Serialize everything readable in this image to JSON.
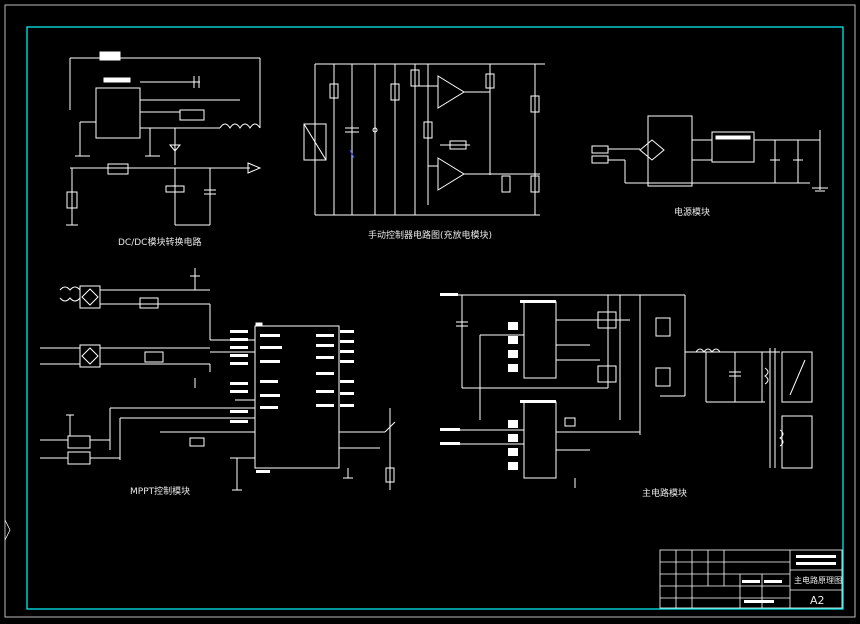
{
  "colors": {
    "background": "#000000",
    "line": "#ffffff",
    "accent": "#00ffff",
    "dark-blue": "#3050ff"
  },
  "modules": {
    "dcdc_label": "DC/DC模块转换电路",
    "manual_label": "手动控制器电路图(充放电模块)",
    "power_label": "电源模块",
    "mppt_label": "MPPT控制模块",
    "main_label": "主电路模块"
  },
  "title_block": {
    "drawing_title": "主电路原理图",
    "sheet_size": "A2"
  }
}
